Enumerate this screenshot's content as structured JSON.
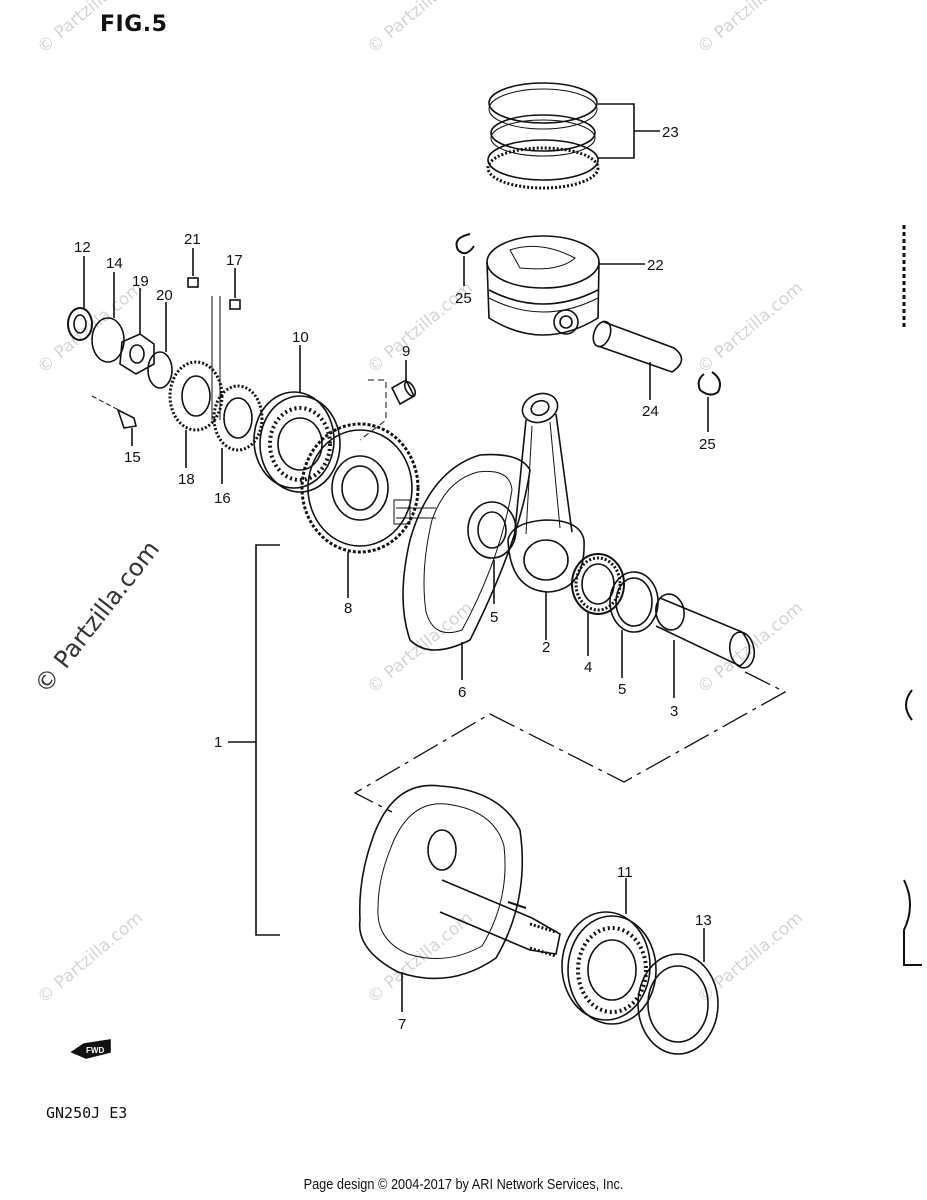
{
  "figure_title": "FIG.5",
  "model_code": "GN250J E3",
  "footer_text": "Page design © 2004-2017 by ARI Network Services, Inc.",
  "watermark_text": "© Partzilla.com",
  "fwd_label": "FWD",
  "callouts": {
    "c1": "1",
    "c2": "2",
    "c3": "3",
    "c4": "4",
    "c5a": "5",
    "c5b": "5",
    "c6": "6",
    "c7": "7",
    "c8": "8",
    "c9": "9",
    "c10": "10",
    "c11": "11",
    "c12": "12",
    "c13": "13",
    "c14": "14",
    "c15": "15",
    "c16": "16",
    "c17": "17",
    "c18": "18",
    "c19": "19",
    "c20": "20",
    "c21": "21",
    "c22": "22",
    "c23": "23",
    "c24": "24",
    "c25a": "25",
    "c25b": "25"
  }
}
